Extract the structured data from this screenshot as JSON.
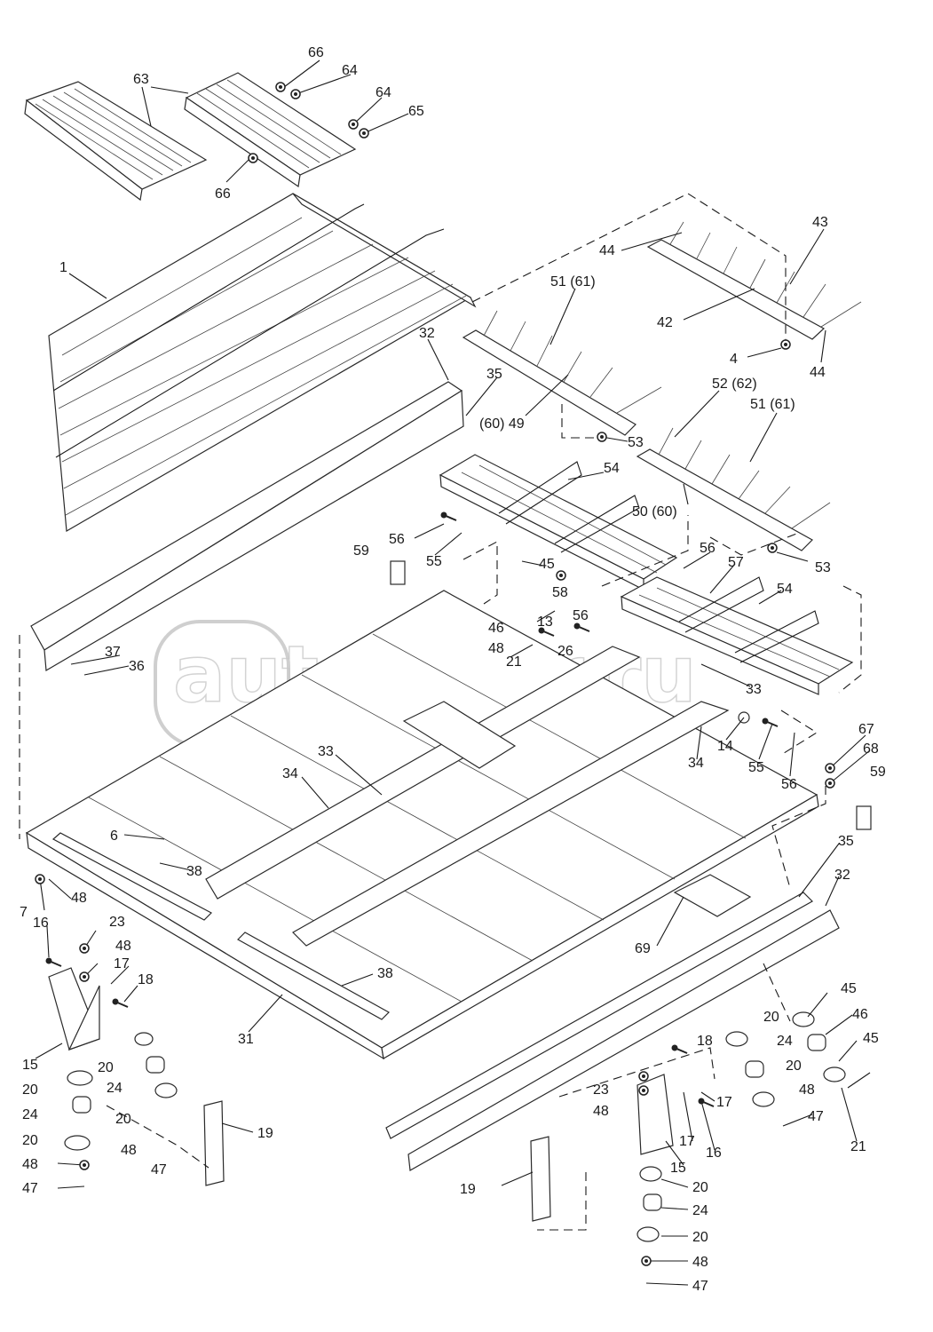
{
  "watermark": "autopiter.ru",
  "callouts": [
    "66",
    "63",
    "64",
    "64",
    "65",
    "66",
    "1",
    "44",
    "43",
    "51 (61)",
    "42",
    "4",
    "44",
    "32",
    "35",
    "(60) 49",
    "52 (62)",
    "51 (61)",
    "53",
    "54",
    "50 (60)",
    "56",
    "55",
    "59",
    "45",
    "58",
    "56",
    "56",
    "57",
    "54",
    "53",
    "46",
    "13",
    "48",
    "21",
    "26",
    "37",
    "36",
    "33",
    "14",
    "55",
    "56",
    "67",
    "68",
    "59",
    "34",
    "33",
    "34",
    "6",
    "38",
    "35",
    "7",
    "48",
    "16",
    "23",
    "48",
    "17",
    "18",
    "32",
    "69",
    "38",
    "31",
    "15",
    "20",
    "24",
    "20",
    "48",
    "47",
    "19",
    "20",
    "24",
    "20",
    "48",
    "47",
    "45",
    "46",
    "20",
    "24",
    "45",
    "18",
    "17",
    "23",
    "48",
    "20",
    "48",
    "47",
    "21",
    "16",
    "15",
    "17",
    "20",
    "24",
    "20",
    "48",
    "47",
    "19"
  ]
}
